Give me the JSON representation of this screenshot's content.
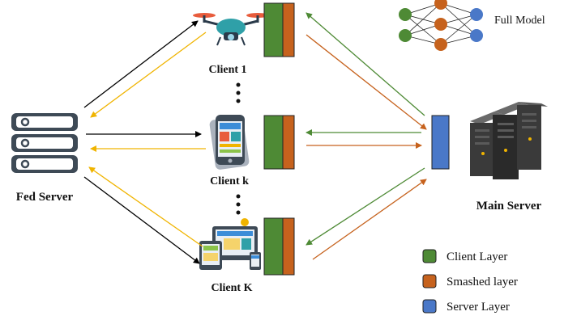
{
  "labels": {
    "fed_server": "Fed Server",
    "main_server": "Main Server",
    "client_1": "Client 1",
    "client_k_small": "Client k",
    "client_k_large": "Client K",
    "full_model": "Full Model"
  },
  "legend": [
    {
      "label": "Client Layer",
      "color": "#4e8a35"
    },
    {
      "label": "Smashed layer",
      "color": "#c6621d"
    },
    {
      "label": "Server Layer",
      "color": "#4a78c8"
    }
  ],
  "colors": {
    "client_layer": "#4e8a35",
    "smashed_layer": "#c6621d",
    "server_layer": "#4a78c8",
    "arrow_black": "#000000",
    "arrow_yellow": "#f0b400",
    "arrow_green": "#4e8a35",
    "arrow_orange": "#c6621d",
    "nn_green": "#4e8a35",
    "nn_orange": "#c6621d",
    "nn_blue": "#4a78c8"
  },
  "icons": {
    "fed_server": "server-stack-icon",
    "main_server": "server-rack-icon",
    "client_1": "drone-icon",
    "client_k_small": "smartphone-icon",
    "client_k_large": "multi-device-icon",
    "full_model": "neural-network-icon"
  }
}
